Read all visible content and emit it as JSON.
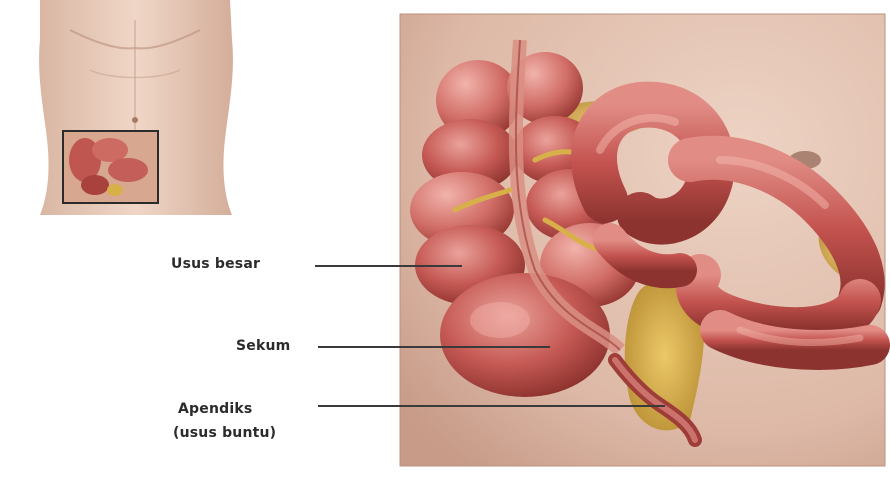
{
  "labels": {
    "large_intestine": "Usus besar",
    "cecum": "Sekum",
    "appendix_line1": "Apendiks",
    "appendix_line2": "(usus buntu)"
  },
  "colors": {
    "skin": "#e6c9b8",
    "skin_shadow": "#c9a08d",
    "intestine": "#c65a55",
    "intestine_dark": "#8e3530",
    "intestine_light": "#e4908a",
    "fat": "#d8b04a",
    "leader_line": "#3a3a3a"
  }
}
